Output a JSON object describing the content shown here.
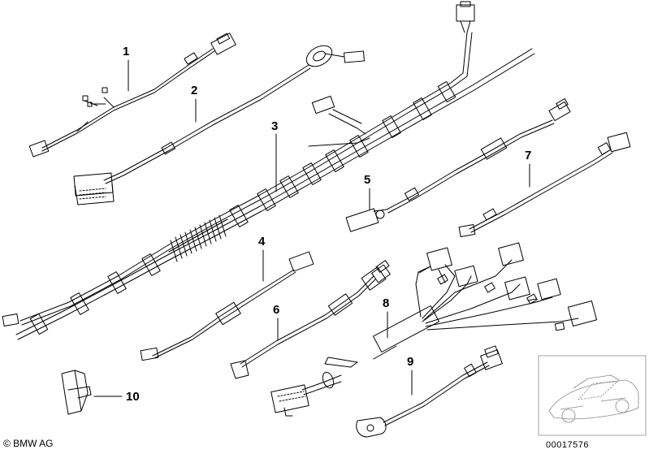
{
  "callouts": {
    "c1": "1",
    "c2": "2",
    "c3": "3",
    "c4": "4",
    "c5": "5",
    "c6": "6",
    "c7": "7",
    "c8": "8",
    "c9": "9",
    "c10": "10"
  },
  "footer": {
    "copyright": "© BMW AG",
    "document_number": "00017576"
  },
  "colors": {
    "line": "#000000",
    "background": "#ffffff",
    "thumbnail_line": "#888888"
  }
}
